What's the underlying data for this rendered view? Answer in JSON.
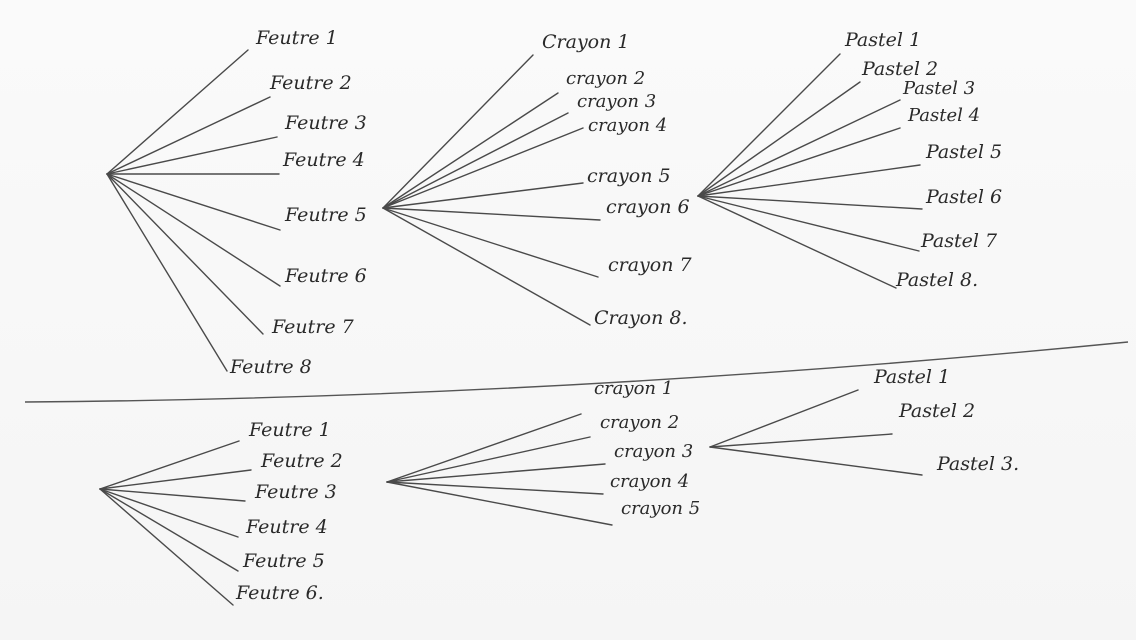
{
  "top": {
    "feutre": [
      "Feutre 1",
      "Feutre 2",
      "Feutre 3",
      "Feutre 4",
      "Feutre 5",
      "Feutre 6",
      "Feutre 7",
      "Feutre 8"
    ],
    "crayon": [
      "Crayon 1",
      "crayon 2",
      "crayon 3",
      "crayon 4",
      "crayon 5",
      "crayon 6",
      "crayon 7",
      "Crayon 8."
    ],
    "pastel": [
      "Pastel 1",
      "Pastel 2",
      "Pastel 3",
      "Pastel 4",
      "Pastel 5",
      "Pastel 6",
      "Pastel 7",
      "Pastel 8."
    ]
  },
  "bottom": {
    "feutre": [
      "Feutre 1",
      "Feutre 2",
      "Feutre 3",
      "Feutre 4",
      "Feutre 5",
      "Feutre 6."
    ],
    "crayon": [
      "crayon 1",
      "crayon 2",
      "crayon 3",
      "crayon 4",
      "crayon 5"
    ],
    "pastel": [
      "Pastel 1",
      "Pastel 2",
      "Pastel 3."
    ]
  },
  "colors": {
    "ink": "#2a2a2a",
    "line": "#4a4a4a",
    "paper": "#f7f7f7"
  }
}
